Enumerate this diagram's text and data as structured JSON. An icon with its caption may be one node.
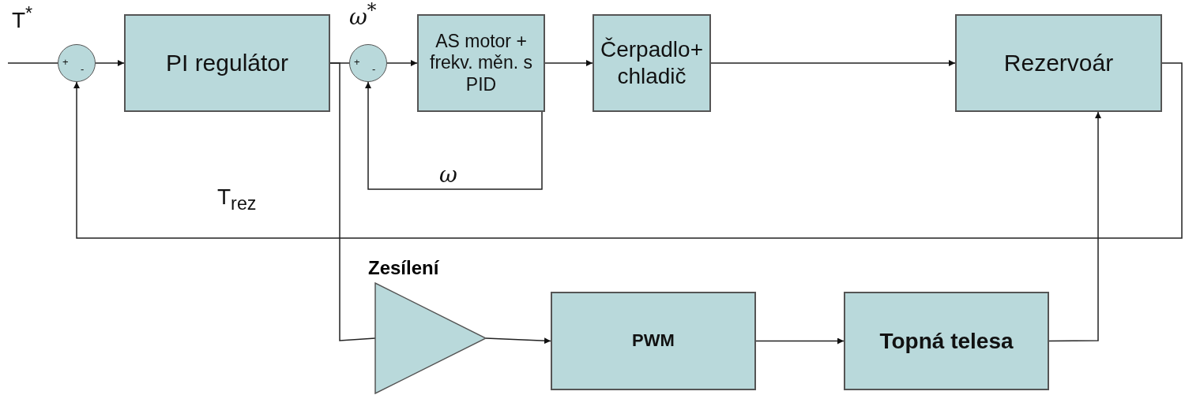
{
  "diagram": {
    "nodes": [
      {
        "text": [
          "+",
          "-"
        ]
      },
      {
        "text": [
          "PI regulátor"
        ]
      },
      {
        "text": [
          "+",
          "-"
        ]
      },
      {
        "text": [
          "AS motor + frekv. měn. s PID"
        ]
      },
      {
        "text": [
          "Čerpadlo+ chladič"
        ]
      },
      {
        "text": [
          "Rezervoár"
        ]
      },
      {
        "text": [
          "Zesílení"
        ]
      },
      {
        "text": [
          "PWM"
        ]
      },
      {
        "text": [
          "Topná telesa"
        ]
      }
    ],
    "edges": [
      {
        "from": null,
        "to": 0,
        "arrow": "none",
        "label": "T$^{*}$"
      },
      {
        "from": 0,
        "to": 1,
        "arrow": "to"
      },
      {
        "from": 1,
        "to": 2,
        "arrow": "none",
        "label": "ω$^{*}$"
      },
      {
        "from": 2,
        "to": 3,
        "arrow": "to"
      },
      {
        "from": 3,
        "to": 4,
        "arrow": "to"
      },
      {
        "from": 4,
        "to": 5,
        "arrow": "to"
      },
      {
        "from": 3,
        "to": 2,
        "arrow": "to",
        "label": "ω"
      },
      {
        "from": 5,
        "to": 0,
        "arrow": "to",
        "label": "T$_{rez}$"
      },
      {
        "from": 1,
        "to": 6,
        "arrow": "none"
      },
      {
        "from": 6,
        "to": 7,
        "arrow": "to"
      },
      {
        "from": 7,
        "to": 8,
        "arrow": "to"
      },
      {
        "from": 8,
        "to": 5,
        "arrow": "to"
      }
    ]
  }
}
